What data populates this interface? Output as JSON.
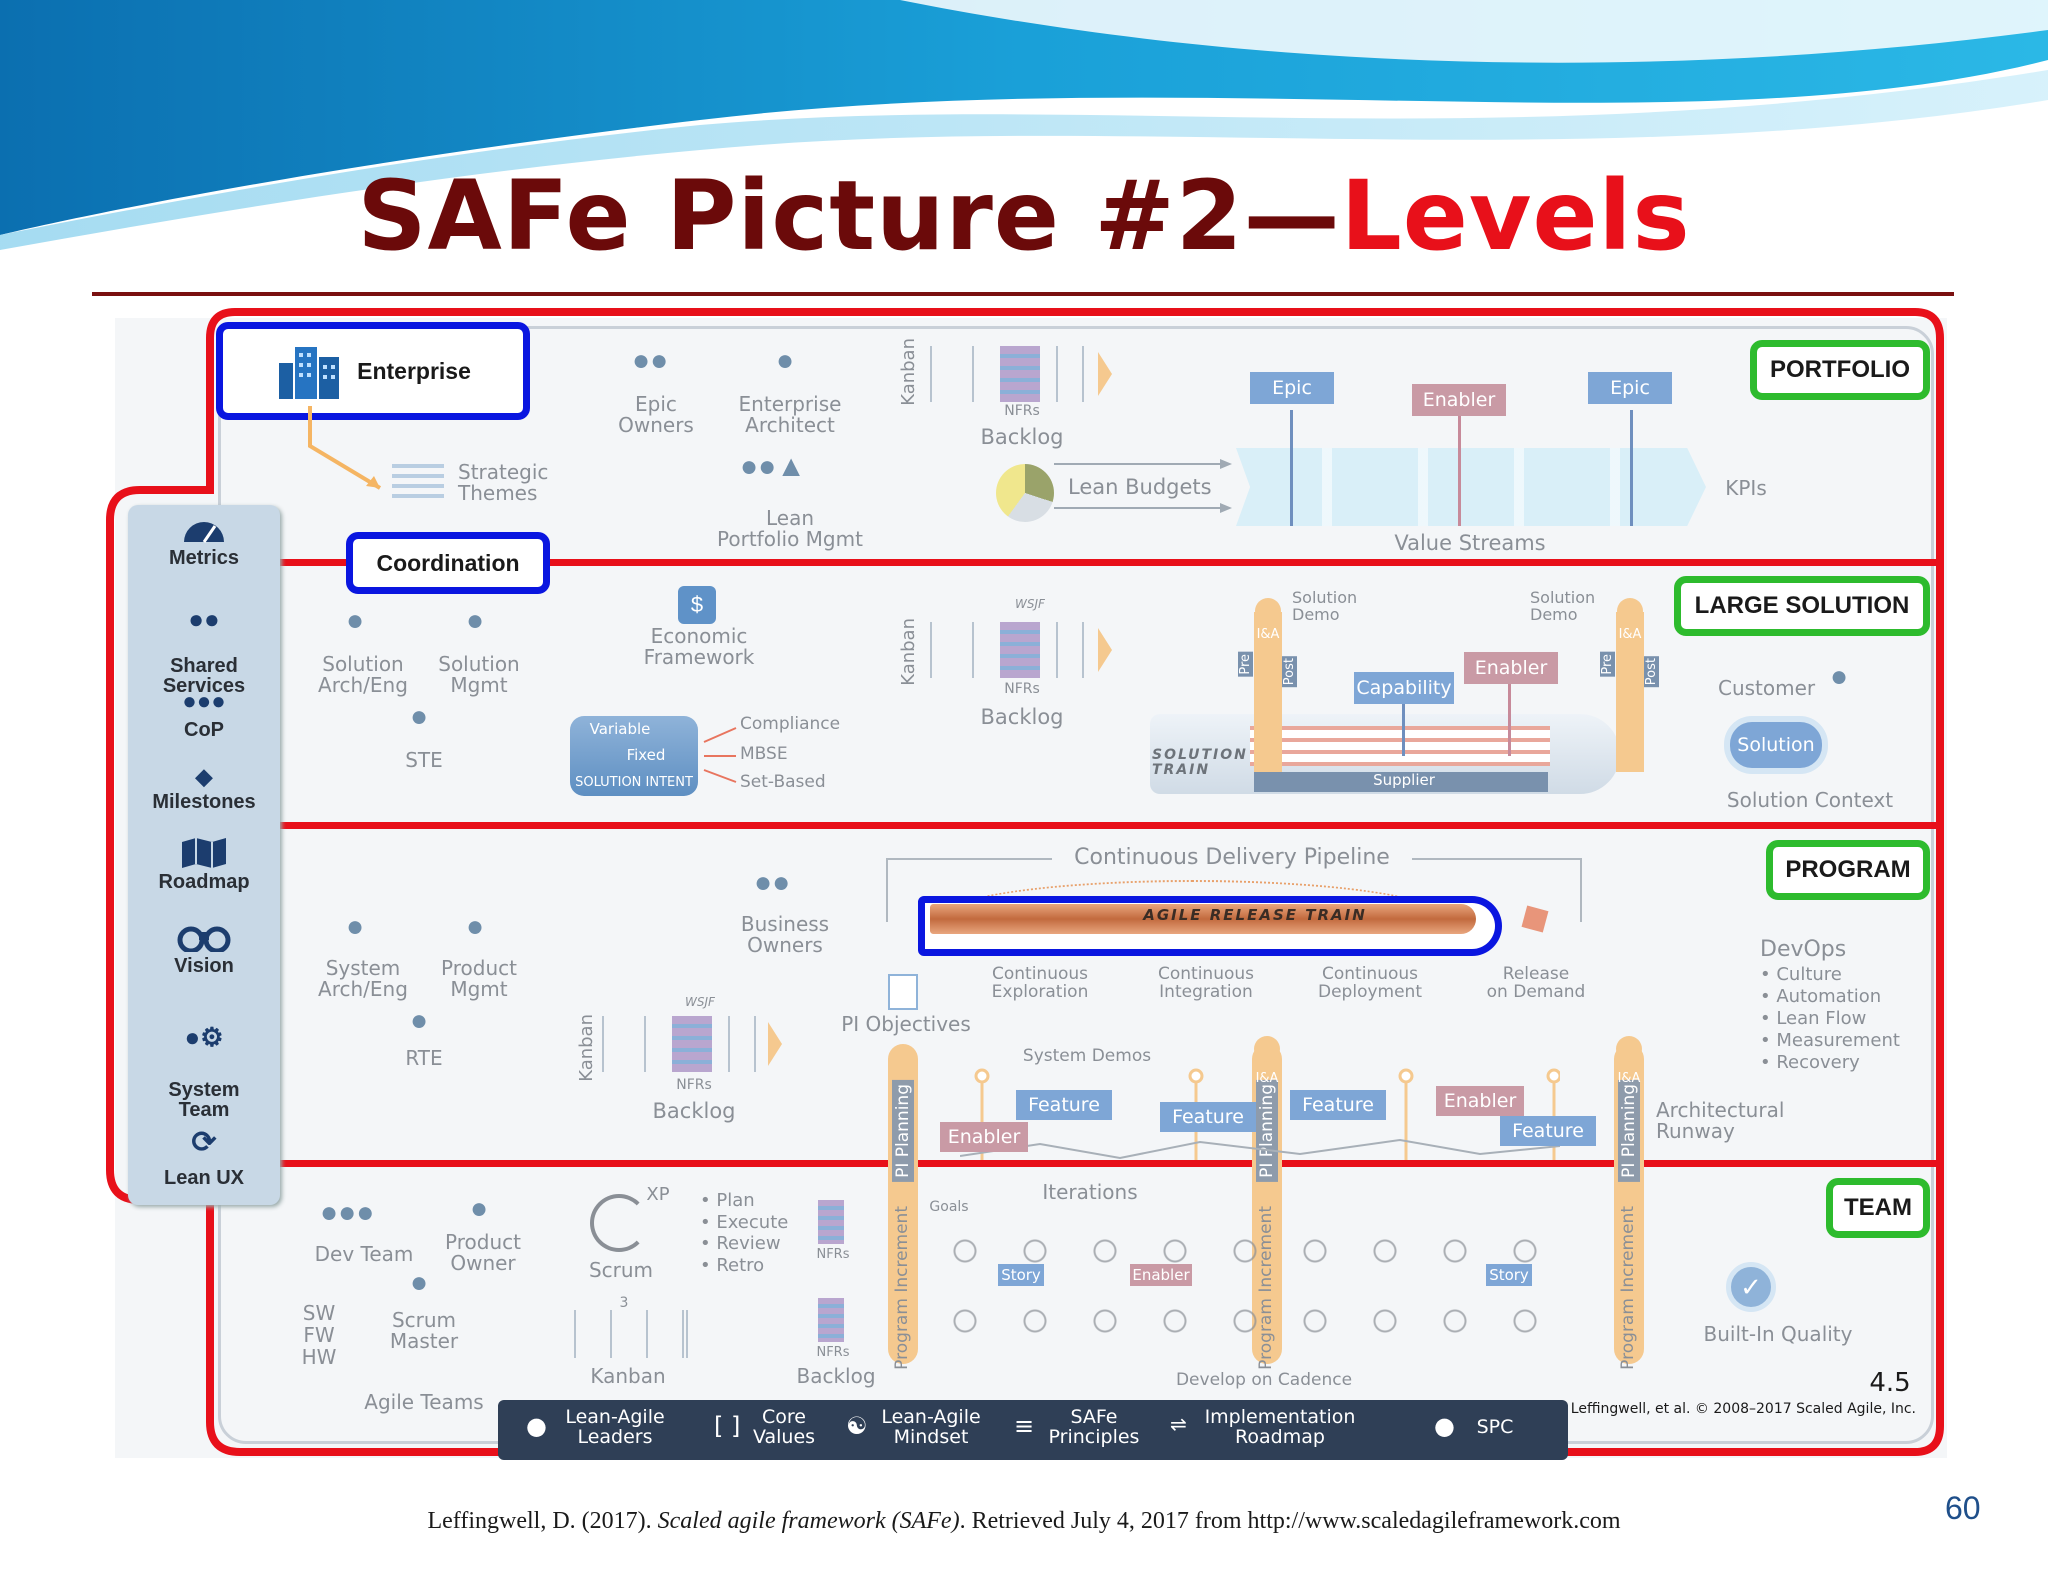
{
  "slide": {
    "title_part1": "SAFe Picture #2—",
    "title_part2": "Levels",
    "page_number": "60",
    "citation_author": "Leffingwell, D. (2017). ",
    "citation_title": "Scaled agile framework (SAFe)",
    "citation_rest": ". Retrieved July 4, 2017 from http://www.scaledagileframework.com"
  },
  "colors": {
    "title_dark": "#6b0a0a",
    "title_accent": "#e8101a",
    "level_line": "#e8101a",
    "level_badge": "#2dbb2d",
    "highlight": "#0a16e0"
  },
  "levels": {
    "portfolio": "PORTFOLIO",
    "large_solution": "LARGE SOLUTION",
    "program": "PROGRAM",
    "team": "TEAM"
  },
  "highlights": {
    "enterprise": "Enterprise",
    "coordination": "Coordination",
    "art": "AGILE RELEASE TRAIN"
  },
  "sidebar": [
    {
      "label": "Metrics",
      "icon": "gauge-icon"
    },
    {
      "label": "Shared\nServices",
      "icon": "people-icon"
    },
    {
      "label": "CoP",
      "icon": "group-icon"
    },
    {
      "label": "Milestones",
      "icon": "diamond-icon"
    },
    {
      "label": "Roadmap",
      "icon": "map-icon"
    },
    {
      "label": "Vision",
      "icon": "binoculars-icon"
    },
    {
      "label": "System\nTeam",
      "icon": "gear-people-icon"
    },
    {
      "label": "Lean UX",
      "icon": "cycle-icon"
    }
  ],
  "portfolio": {
    "epic_owners": "Epic\nOwners",
    "enterprise_architect": "Enterprise\nArchitect",
    "strategic_themes": "Strategic\nThemes",
    "lean_portfolio_mgmt": "Lean\nPortfolio Mgmt",
    "kanban": "Kanban",
    "nfrs": "NFRs",
    "backlog": "Backlog",
    "lean_budgets": "Lean Budgets",
    "epic1": "Epic",
    "enabler": "Enabler",
    "epic2": "Epic",
    "kpis": "KPIs",
    "value_streams": "Value Streams"
  },
  "large_solution": {
    "solution_arch": "Solution\nArch/Eng",
    "solution_mgmt": "Solution\nMgmt",
    "ste": "STE",
    "economic_framework": "Economic\nFramework",
    "variable": "Variable",
    "fixed": "Fixed",
    "solution_intent": "SOLUTION INTENT",
    "compliance": "Compliance",
    "mbse": "MBSE",
    "set_based": "Set-Based",
    "kanban": "Kanban",
    "wsjf": "WSJF",
    "nfrs": "NFRs",
    "backlog": "Backlog",
    "solution_demo_1": "Solution\nDemo",
    "solution_demo_2": "Solution\nDemo",
    "ia": "I&A",
    "pre": "Pre",
    "post": "Post",
    "capability": "Capability",
    "enabler": "Enabler",
    "solution_train": "SOLUTION\nTRAIN",
    "supplier": "Supplier",
    "customer": "Customer",
    "solution": "Solution",
    "solution_context": "Solution Context"
  },
  "program": {
    "system_arch": "System\nArch/Eng",
    "product_mgmt": "Product\nMgmt",
    "rte": "RTE",
    "business_owners": "Business\nOwners",
    "cdp": "Continuous Delivery Pipeline",
    "ce": "Continuous\nExploration",
    "ci": "Continuous\nIntegration",
    "cd": "Continuous\nDeployment",
    "rod": "Release\non Demand",
    "pi_objectives": "PI Objectives",
    "kanban": "Kanban",
    "wsjf": "WSJF",
    "nfrs": "NFRs",
    "backlog": "Backlog",
    "system_demos": "System Demos",
    "feature": "Feature",
    "enabler": "Enabler",
    "devops": "DevOps",
    "devops_items": [
      "• Culture",
      "• Automation",
      "• Lean Flow",
      "• Measurement",
      "• Recovery"
    ],
    "arch_runway": "Architectural\nRunway",
    "pi_planning": "PI Planning",
    "ia": "I&A"
  },
  "team": {
    "dev_team": "Dev Team",
    "product_owner": "Product\nOwner",
    "sw_fw_hw": "SW\nFW\nHW",
    "scrum_master": "Scrum\nMaster",
    "agile_teams": "Agile Teams",
    "xp": "XP",
    "scrum": "Scrum",
    "plan_items": "• Plan\n• Execute\n• Review\n• Retro",
    "nfrs": "NFRs",
    "kanban": "Kanban",
    "kanban_num": "3",
    "backlog": "Backlog",
    "iterations": "Iterations",
    "goals": "Goals",
    "story": "Story",
    "enabler": "Enabler",
    "program_increment": "Program Increment",
    "develop_on_cadence": "Develop on Cadence",
    "built_in_quality": "Built-In Quality",
    "version": "4.5",
    "copyright": "Leffingwell, et al. © 2008–2017 Scaled Agile, Inc."
  },
  "foundation": [
    {
      "label": "Lean-Agile\nLeaders",
      "icon": "leaders-icon"
    },
    {
      "label": "Core\nValues",
      "icon": "brackets-icon"
    },
    {
      "label": "Lean-Agile\nMindset",
      "icon": "temple-icon"
    },
    {
      "label": "SAFe\nPrinciples",
      "icon": "stack-icon"
    },
    {
      "label": "Implementation\nRoadmap",
      "icon": "roadmap-icon"
    },
    {
      "label": "SPC",
      "icon": "spc-icon"
    }
  ]
}
